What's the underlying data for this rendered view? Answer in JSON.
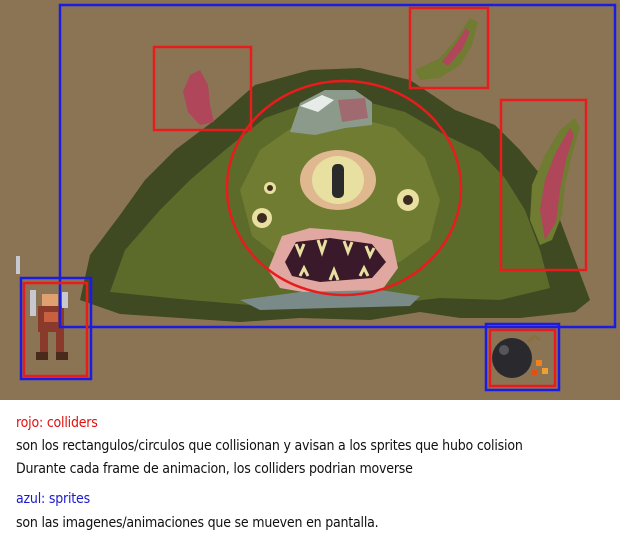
{
  "legend": {
    "red_title": "rojo: colliders",
    "red_line1": "son los rectangulos/circulos que collisionan y avisan a los sprites que hubo colision",
    "red_line2": "Durante cada frame de animacion, los colliders podrian moverse",
    "blue_title": "azul: sprites",
    "blue_line1": "son las imagenes/animaciones que se mueven en pantalla."
  },
  "colors": {
    "collider": "#e81c1c",
    "sprite": "#1c1ce0",
    "ground": "#8a7454",
    "monster_body": "#6f7c32",
    "monster_dark": "#3f4a22",
    "tentacle": "#b0465a"
  },
  "sprites": [
    {
      "name": "monster",
      "icon": "slime-monster-icon"
    },
    {
      "name": "player",
      "icon": "warrior-icon"
    },
    {
      "name": "bomb",
      "icon": "bomb-icon"
    }
  ]
}
